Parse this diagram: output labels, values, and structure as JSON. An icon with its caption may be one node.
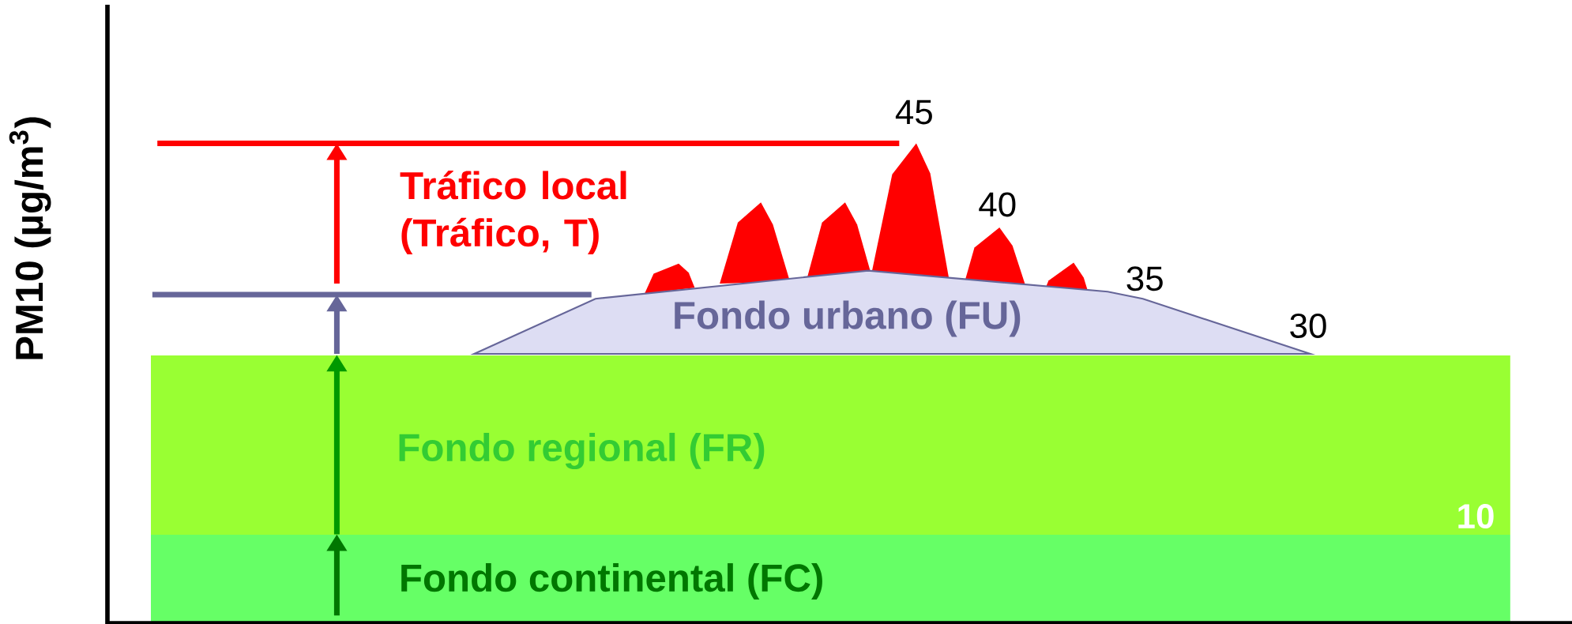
{
  "diagram": {
    "nodes": [
      {
        "text": [
          "Fondo urbano (FU)"
        ]
      },
      {
        "text": [
          "Fondo regional (FR)"
        ]
      },
      {
        "text": [
          "Fondo continental (FC)"
        ]
      }
    ],
    "edges": [
      {
        "from": 2,
        "to": 1,
        "arrow": "to",
        "color": "#009900"
      }
    ],
    "labels": [
      "PM10 (µg/m$^{3}$)",
      "Tráfico local (Tráfico, T)",
      "45",
      "40",
      "35",
      "30",
      "10"
    ]
  }
}
